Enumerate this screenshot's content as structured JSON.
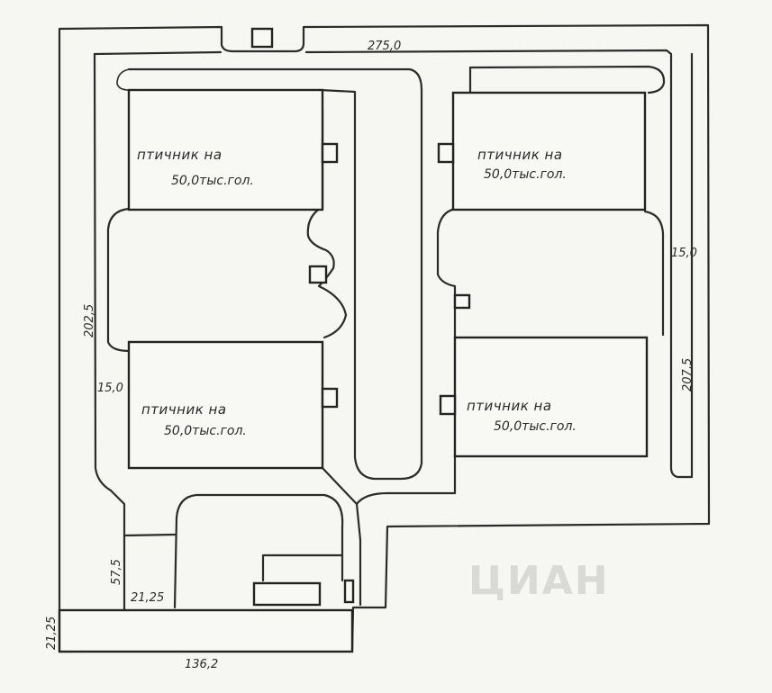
{
  "buildings": [
    {
      "line1": "птичник на",
      "line2": "50,0тыс.гол."
    },
    {
      "line1": "птичник на",
      "line2": "50,0тыс.гол."
    },
    {
      "line1": "птичник на",
      "line2": "50,0тыс.гол."
    },
    {
      "line1": "птичник на",
      "line2": "50,0тыс.гол."
    }
  ],
  "dimensions": {
    "top": "275,0",
    "left": "202,5",
    "right": "207,5",
    "gap_left": "15,0",
    "gap_right": "15,0",
    "lower_left_vertical": "57,5",
    "lower_left_horizontal": "21,25",
    "bottom_strip_vertical": "21,25",
    "bottom": "136,2"
  },
  "watermark": "ЦИАН"
}
